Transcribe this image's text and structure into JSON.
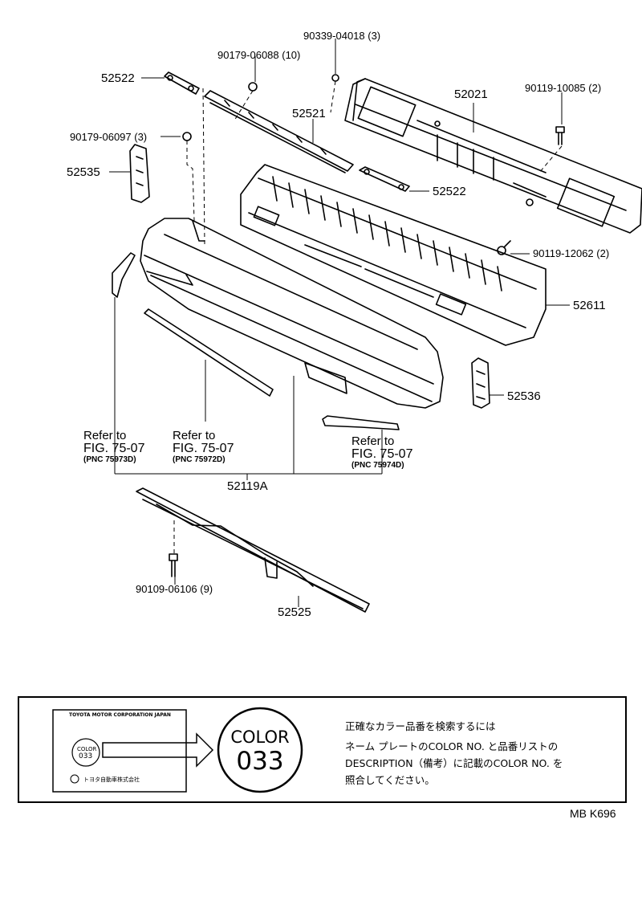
{
  "parts": {
    "p52522_top": "52522",
    "p90179_06088": "90179-06088 (10)",
    "p90339_04018": "90339-04018 (3)",
    "p52021": "52021",
    "p90119_10085": "90119-10085 (2)",
    "p52521": "52521",
    "p90179_06097": "90179-06097 (3)",
    "p52535": "52535",
    "p52522_mid": "52522",
    "p90119_12062": "90119-12062 (2)",
    "p52611": "52611",
    "p52536": "52536",
    "p52119a": "52119A",
    "p90109_06106": "90109-06106 (9)",
    "p52525": "52525"
  },
  "references": [
    {
      "line1": "Refer to",
      "line2": "FIG. 75-07",
      "line3": "(PNC 75973D)"
    },
    {
      "line1": "Refer to",
      "line2": "FIG. 75-07",
      "line3": "(PNC 75972D)"
    },
    {
      "line1": "Refer to",
      "line2": "FIG. 75-07",
      "line3": "(PNC 75974D)"
    }
  ],
  "color_box": {
    "nameplate_maker": "TOYOTA MOTOR CORPORATION  JAPAN",
    "nameplate_color": "COLOR",
    "nameplate_code": "033",
    "nameplate_company": "トヨタ自動車株式会社",
    "big_color_label": "COLOR",
    "big_color_code": "033",
    "instructions": [
      "正確なカラー品番を検索するには",
      "ネーム プレートのCOLOR NO. と品番リストの",
      "DESCRIPTION（備考）に記載のCOLOR NO. を",
      "照合してください。"
    ]
  },
  "footer": {
    "code": "MB  K696"
  }
}
